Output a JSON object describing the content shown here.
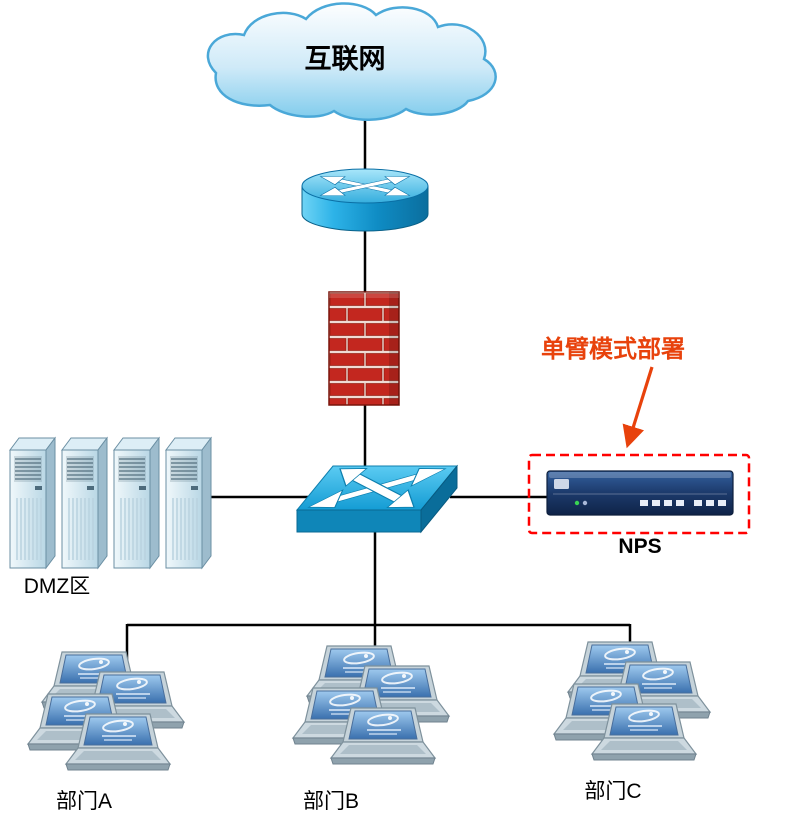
{
  "diagram": {
    "internet": {
      "label": "互联网"
    },
    "dmz": {
      "label": "DMZ区"
    },
    "nps": {
      "label": "NPS"
    },
    "annotation": {
      "label": "单臂模式部署",
      "color": "#e8420c"
    },
    "departments": [
      {
        "label": "部门A"
      },
      {
        "label": "部门B"
      },
      {
        "label": "部门C"
      }
    ],
    "icons": {
      "cloud": "internet-cloud-icon",
      "router": "router-icon",
      "firewall": "firewall-icon",
      "switch": "switch-icon",
      "servers": "server-tower-icon",
      "appliance": "nps-appliance-icon",
      "laptops": "laptop-icon"
    },
    "colors": {
      "device_cyan": "#1a9fd6",
      "firewall_red": "#c3271f",
      "nps_navy": "#1d3d6e",
      "dashed_box_red": "#ff0000",
      "link_black": "#000000"
    }
  }
}
